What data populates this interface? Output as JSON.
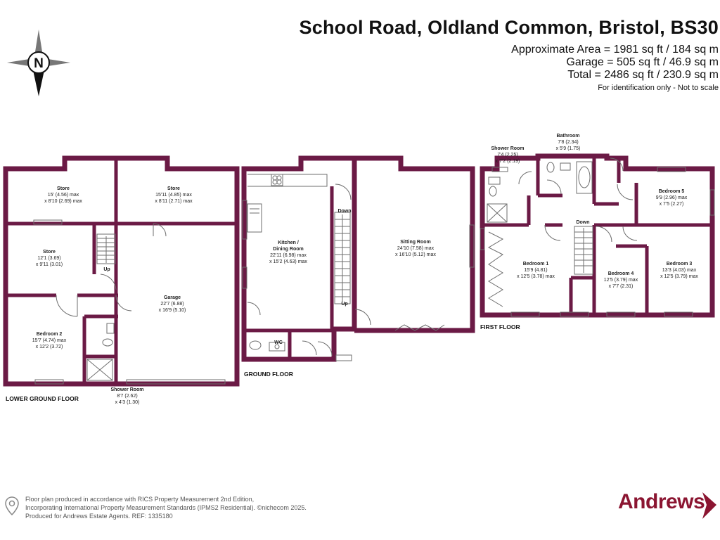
{
  "title": "School Road, Oldland Common, Bristol, BS30",
  "areas": {
    "approx": "Approximate Area = 1981 sq ft / 184 sq m",
    "garage": "Garage = 505 sq ft / 46.9 sq m",
    "total": "Total = 2486 sq ft / 230.9 sq m"
  },
  "note": "For identification only - Not to scale",
  "compass": {
    "letter": "N"
  },
  "floors": {
    "lower_ground": "LOWER GROUND FLOOR",
    "ground": "GROUND FLOOR",
    "first": "FIRST FLOOR"
  },
  "rooms": {
    "store1": {
      "name": "Store",
      "d1": "15' (4.56) max",
      "d2": "x 8'10 (2.69) max"
    },
    "store2": {
      "name": "Store",
      "d1": "15'11 (4.85) max",
      "d2": "x 8'11 (2.71) max"
    },
    "store3": {
      "name": "Store",
      "d1": "12'1 (3.69)",
      "d2": "x 9'11 (3.01)"
    },
    "garage": {
      "name": "Garage",
      "d1": "22'7 (6.88)",
      "d2": "x 16'9 (5.10)"
    },
    "bedroom2": {
      "name": "Bedroom 2",
      "d1": "15'7 (4.74) max",
      "d2": "x 12'2 (3.72)"
    },
    "shower_lg": {
      "name": "Shower Room",
      "d1": "8'7 (2.62)",
      "d2": "x 4'3 (1.30)"
    },
    "kitchen": {
      "name1": "Kitchen /",
      "name2": "Dining Room",
      "d1": "22'11 (6.98) max",
      "d2": "x 15'2 (4.63) max"
    },
    "sitting": {
      "name": "Sitting Room",
      "d1": "24'10 (7.58) max",
      "d2": "x 16'10 (5.12) max"
    },
    "wc": {
      "name": "WC"
    },
    "shower_ff": {
      "name": "Shower Room",
      "d1": "7'4 (2.25)",
      "d2": "x 7'2 (2.19)"
    },
    "bathroom": {
      "name": "Bathroom",
      "d1": "7'8 (2.34)",
      "d2": "x 5'9 (1.75)"
    },
    "bedroom5": {
      "name": "Bedroom 5",
      "d1": "9'9 (2.96) max",
      "d2": "x 7'5 (2.27)"
    },
    "bedroom1": {
      "name": "Bedroom 1",
      "d1": "15'9 (4.81)",
      "d2": "x 12'5 (3.78) max"
    },
    "bedroom4": {
      "name": "Bedroom 4",
      "d1": "12'5 (3.79) max",
      "d2": "x 7'7 (2.31)"
    },
    "bedroom3": {
      "name": "Bedroom 3",
      "d1": "13'3 (4.03) max",
      "d2": "x 12'5 (3.79) max"
    }
  },
  "stairs": {
    "up_lg": "Up",
    "down_g": "Down",
    "up_g": "Up",
    "down_f": "Down"
  },
  "footer": {
    "line1": "Floor plan produced in accordance with RICS Property Measurement 2nd Edition,",
    "line2": "Incorporating International Property Measurement Standards (IPMS2 Residential).  ©nichecom 2025.",
    "line3": "Produced for Andrews Estate Agents.   REF: 1335180"
  },
  "brand": {
    "name": "Andrews",
    "color": "#8b1531"
  },
  "colors": {
    "wall": "#6b1a45",
    "line": "#6d6d6d"
  }
}
